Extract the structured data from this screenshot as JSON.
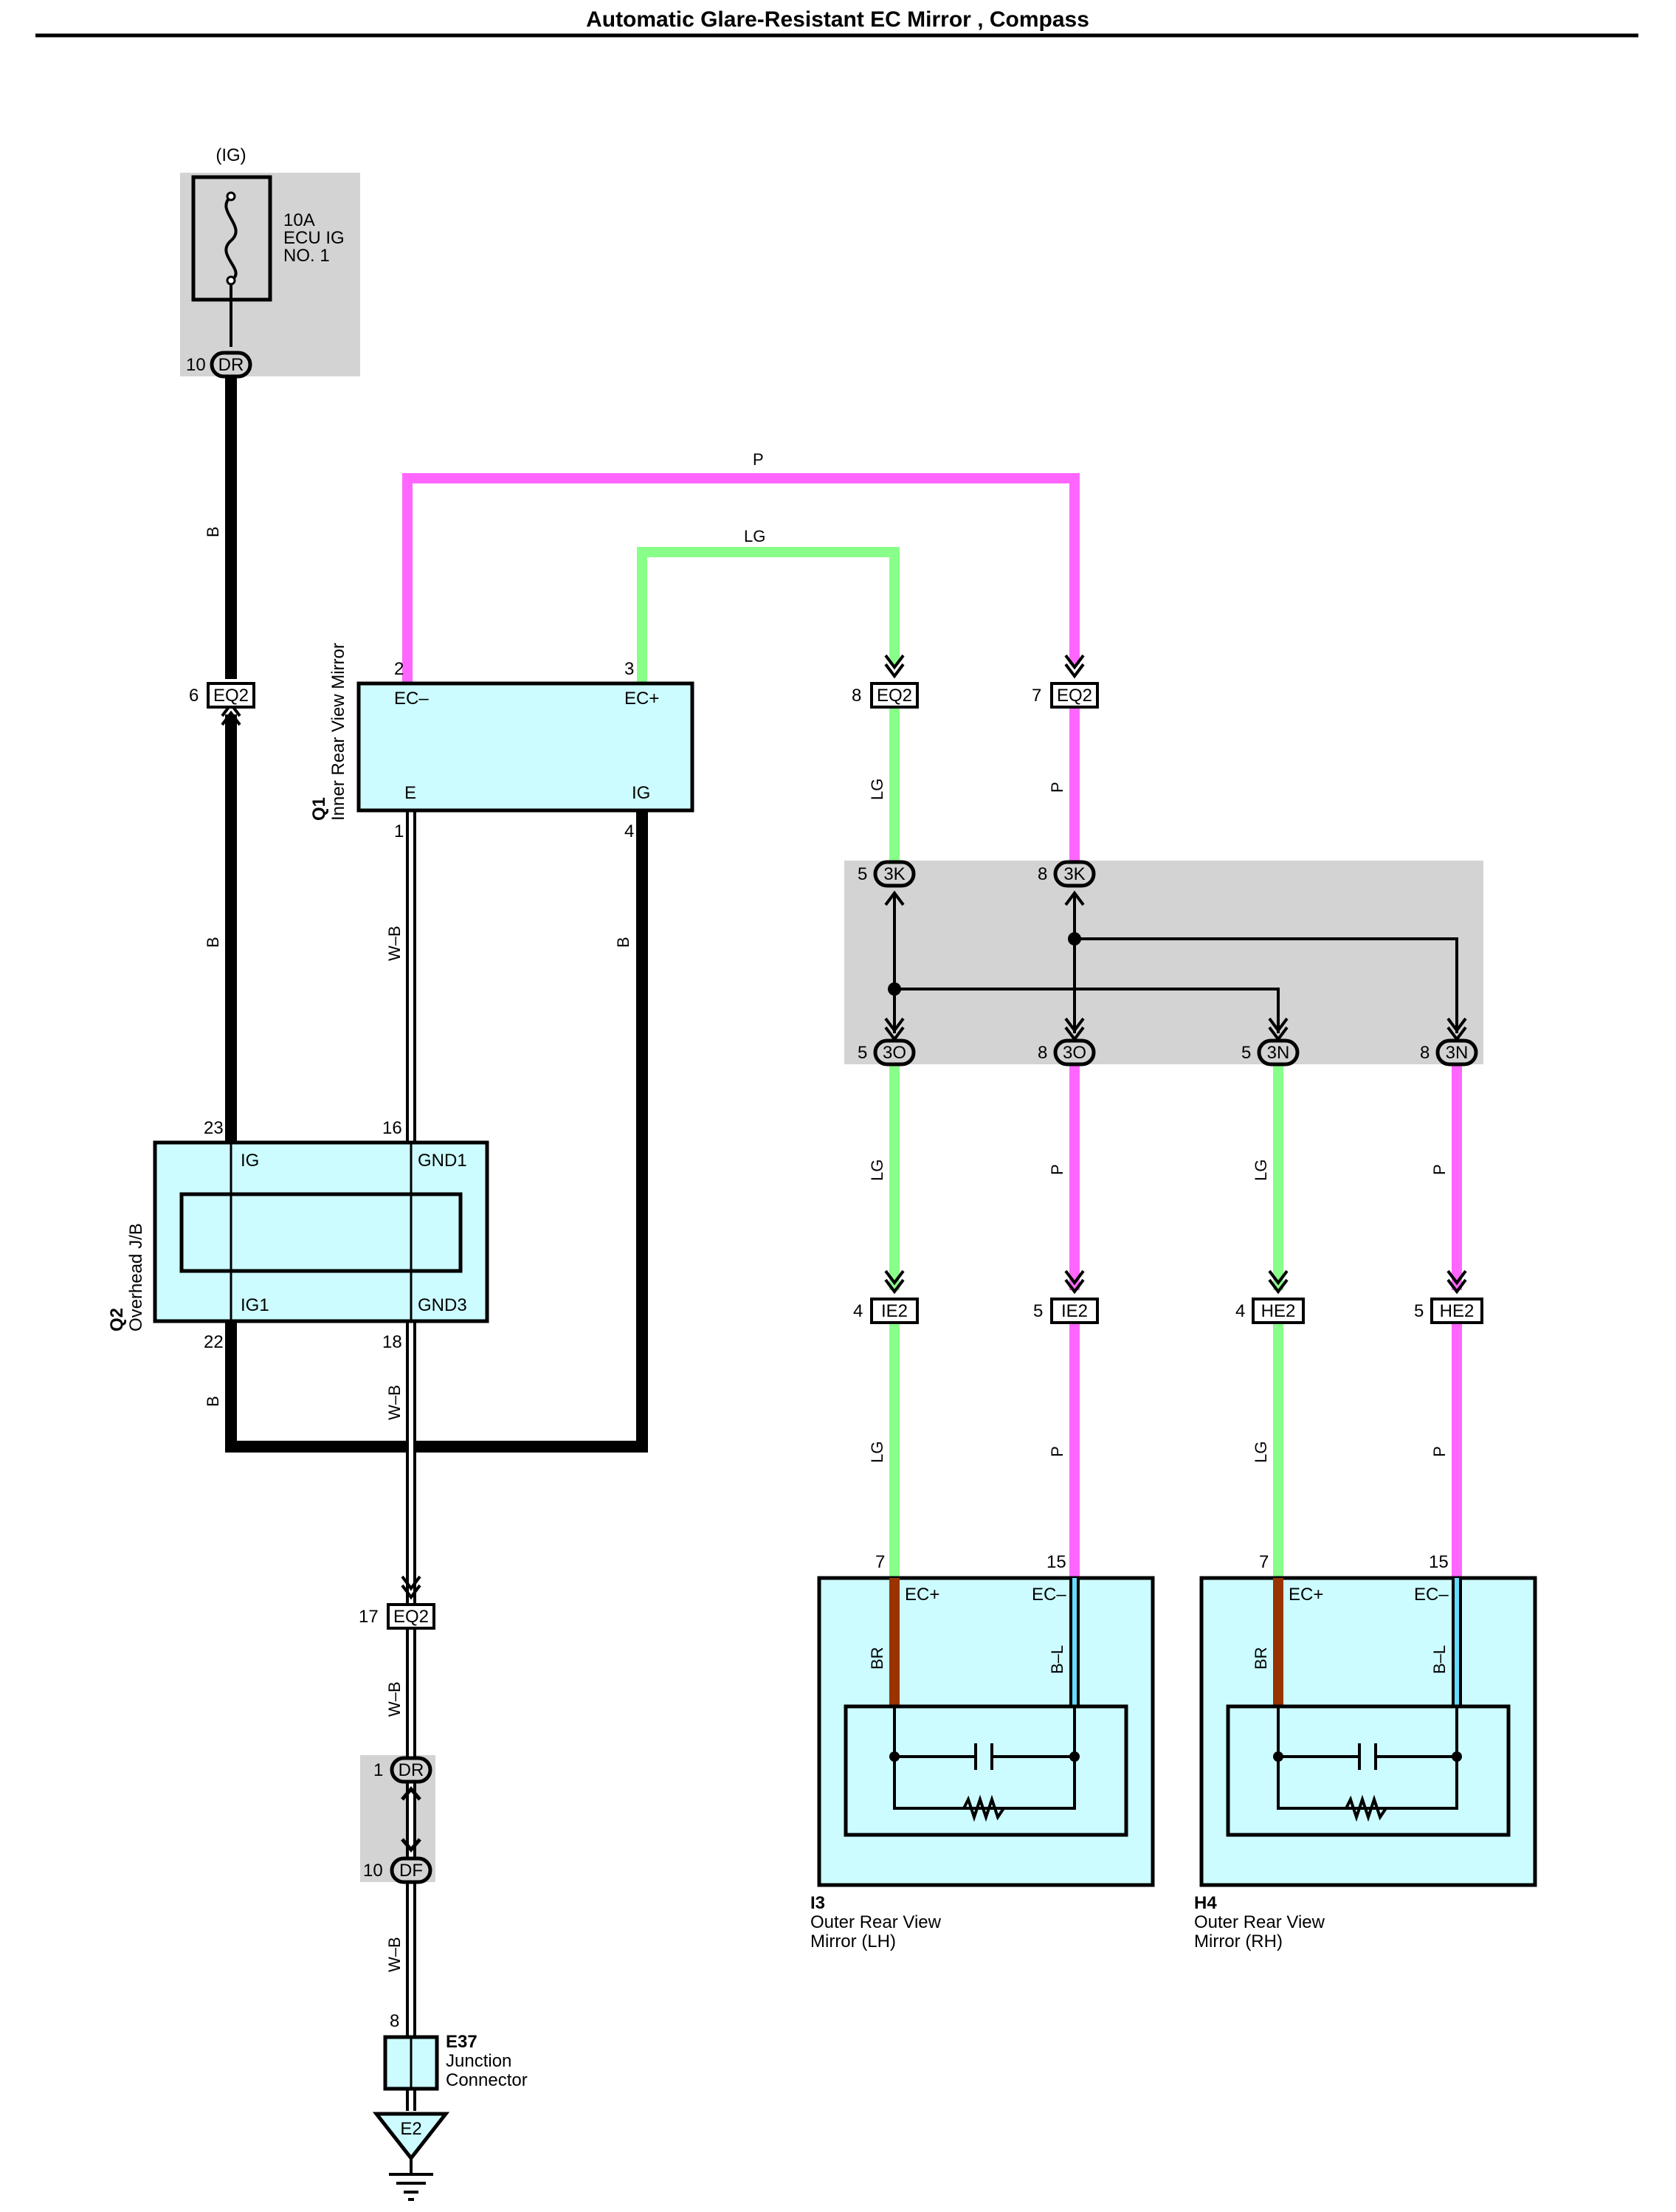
{
  "title": "Automatic Glare-Resistant EC Mirror , Compass",
  "colors": {
    "wire_black": "#000000",
    "wire_pink": "#ff66ff",
    "wire_light_green": "#88ff88",
    "wire_brown": "#993300",
    "wire_blue_black": "#66ddff",
    "component_fill": "#ccfcff",
    "junction_shade": "#d3d3d3"
  },
  "power": {
    "source": "(IG)",
    "fuse_rating": "10A",
    "fuse_name_1": "ECU IG",
    "fuse_name_2": "NO. 1",
    "connector_pin": "10",
    "connector_id": "DR"
  },
  "components": {
    "q1": {
      "code": "Q1",
      "name": "Inner Rear View Mirror",
      "terminals": {
        "ec_minus": "EC–",
        "ec_plus": "EC+",
        "e": "E",
        "ig": "IG"
      },
      "pins": {
        "ec_minus": "2",
        "ec_plus": "3",
        "e": "1",
        "ig": "4"
      }
    },
    "q2": {
      "code": "Q2",
      "name": "Overhead J/B",
      "terminals": {
        "ig": "IG",
        "gnd1": "GND1",
        "ig1": "IG1",
        "gnd3": "GND3"
      },
      "pins": {
        "ig": "23",
        "gnd1": "16",
        "ig1": "22",
        "gnd3": "18"
      }
    },
    "i3": {
      "code": "I3",
      "name_1": "Outer Rear View",
      "name_2": "Mirror (LH)",
      "terminals": {
        "ec_plus": "EC+",
        "ec_minus": "EC–"
      },
      "pins": {
        "ec_plus": "7",
        "ec_minus": "15"
      },
      "wires": {
        "left": "BR",
        "right": "B–L"
      }
    },
    "h4": {
      "code": "H4",
      "name_1": "Outer Rear View",
      "name_2": "Mirror (RH)",
      "terminals": {
        "ec_plus": "EC+",
        "ec_minus": "EC–"
      },
      "pins": {
        "ec_plus": "7",
        "ec_minus": "15"
      },
      "wires": {
        "left": "BR",
        "right": "B–L"
      }
    },
    "e37": {
      "code": "E37",
      "name_1": "Junction",
      "name_2": "Connector",
      "pin": "8",
      "ground": "E2"
    }
  },
  "connectors": {
    "eq2_6": {
      "pin": "6",
      "id": "EQ2"
    },
    "eq2_8": {
      "pin": "8",
      "id": "EQ2"
    },
    "eq2_7": {
      "pin": "7",
      "id": "EQ2"
    },
    "eq2_17": {
      "pin": "17",
      "id": "EQ2"
    },
    "k3_5": {
      "pin": "5",
      "id": "3K"
    },
    "k3_8": {
      "pin": "8",
      "id": "3K"
    },
    "o3_5": {
      "pin": "5",
      "id": "3O"
    },
    "o3_8": {
      "pin": "8",
      "id": "3O"
    },
    "n3_5": {
      "pin": "5",
      "id": "3N"
    },
    "n3_8": {
      "pin": "8",
      "id": "3N"
    },
    "ie2_4": {
      "pin": "4",
      "id": "IE2"
    },
    "ie2_5": {
      "pin": "5",
      "id": "IE2"
    },
    "he2_4": {
      "pin": "4",
      "id": "HE2"
    },
    "he2_5": {
      "pin": "5",
      "id": "HE2"
    },
    "dr_1": {
      "pin": "1",
      "id": "DR"
    },
    "df_10": {
      "pin": "10",
      "id": "DF"
    }
  },
  "wire_labels": {
    "b": "B",
    "p": "P",
    "lg": "LG",
    "wb": "W–B"
  }
}
